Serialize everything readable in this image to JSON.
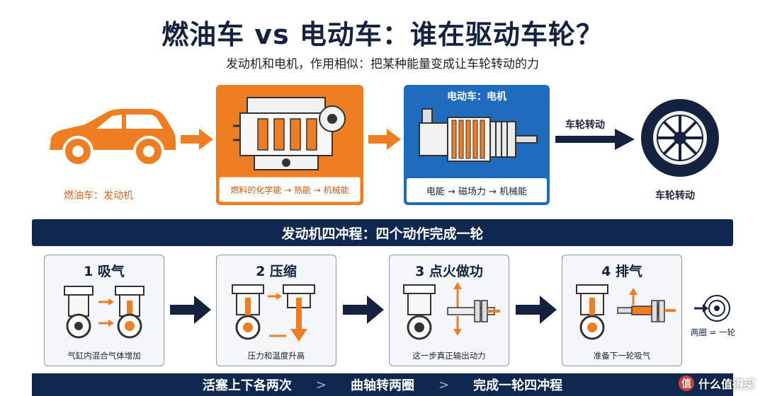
{
  "title": "燃油车 vs 电动车：谁在驱动车轮？",
  "subtitle": "发动机和电机，作用相似：把某种能量变成让车轮转动的力",
  "top_row": {
    "car_label": "燃油车：发动机",
    "engine_caption": "燃料的化学能 → 热能 → 机械能",
    "motor_heading": "电动车：电机",
    "motor_caption": "电能 → 磁场力 → 机械能",
    "arrow_label": "车轮转动",
    "wheel_label": "车轮转动"
  },
  "banner": "发动机四冲程：四个动作完成一轮",
  "strokes": [
    {
      "title": "1 吸气",
      "caption": "气缸内混合气体增加"
    },
    {
      "title": "2 压缩",
      "caption": "压力和温度升高"
    },
    {
      "title": "3 点火做功",
      "caption": "这一步真正输出动力"
    },
    {
      "title": "4 排气",
      "caption": "准备下一轮吸气"
    }
  ],
  "cycle_label": "两圈 = 一轮",
  "bottom": {
    "item1": "活塞上下各两次",
    "sep1": ">",
    "item2": "曲轴转两圈",
    "sep2": ">",
    "item3": "完成一轮四冲程"
  },
  "watermark": {
    "badge": "值",
    "text": "什么值得买"
  },
  "colors": {
    "orange": "#ef7d22",
    "blue": "#1f6cbf",
    "navy": "#0f2850"
  },
  "icons": [
    "car-icon",
    "engine-icon",
    "motor-icon",
    "wheel-icon",
    "piston-icon",
    "arrow-right-icon",
    "crank-cycle-icon"
  ]
}
